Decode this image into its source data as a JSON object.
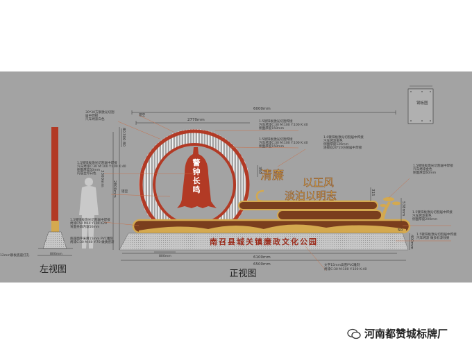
{
  "views": {
    "left_view_title": "左视图",
    "front_view_title": "正视图",
    "plate_title": "钢板图"
  },
  "bell_text": [
    "警",
    "钟",
    "长",
    "鸣"
  ],
  "slogan": {
    "line1_a": "清廉",
    "line1_b": "以正风",
    "line2": "淡泊以明志"
  },
  "base_text": "南召县城关镇廉政文化公园",
  "dimensions": {
    "total_width_top": "6000mm",
    "circle_width": "2770mm",
    "base_width_inner": "6100mm",
    "base_width_outer": "6500mm",
    "height_total": "3300mm",
    "height_circle": "2800mm",
    "ring_dims": [
      "80",
      "300",
      "80"
    ],
    "slogan_h1": "350",
    "slogan_h2": "315",
    "tree_h": "538mm",
    "base_h": "400mm",
    "band_gap": "50",
    "left_base_w": "800mm",
    "front_foot_w": "800mm"
  },
  "notes": {
    "grille": [
      "30*30方钢激光切割",
      "居中焊接",
      "汽车烤漆白色"
    ],
    "hollow_top": "镂空",
    "hollow_mid": "镂空",
    "outer_ring": [
      "1.5镀锌板激光切割焊接",
      "汽车烤漆C:30 M:100 Y:100 K:40",
      "侧面厚度150mm"
    ],
    "inner_ring": [
      "1.5镀锌板激光切割焊接",
      "汽车烤漆C:30 M:100 Y:100 K:40",
      "侧面厚度150mm"
    ],
    "bell": [
      "1.5镀锌板激光切割居中焊接",
      "汽车烤漆C:30 M:100 Y:100 K:40",
      "侧面厚度50mm",
      "内容丝印白色"
    ],
    "slogan": [
      "1.0镀锌板激光切割居中焊接",
      "汽车烤漆金色",
      "侧面厚度120mm",
      "连接处20*20方管居中焊接"
    ],
    "tree": [
      "1.5镀锌板激光切割居中焊接",
      "汽车烤漆金色",
      "侧面厚度60mm"
    ],
    "band_left": [
      "1.5镀锌板激光切割居中焊接",
      "烤漆C50 M60 Y100 K20",
      "背面条四内容50mm"
    ],
    "band_right": [
      "1.5镀锌板激光切割居中焊接",
      "汽车烤漆金色",
      "侧面厚度200mm"
    ],
    "base_right": [
      "1.5镀锌板激光切割居中焊接",
      "汽车烤漆 做多彩漆效果"
    ],
    "base_left": [
      "底座面字采用15mm PVC雕刻",
      "烤漆C:30 M:60 Y:70 做质感漆"
    ],
    "left_foot": "12mm钢板底座打孔",
    "base_text_note": [
      "文字15mm高密PVC雕刻",
      "烤漆C:30 M:100 Y:100 K:40"
    ]
  },
  "colors": {
    "panel": "#a3a3a3",
    "red": "#b23a25",
    "gold": "#d4a94f",
    "brown": "#7a3e1d",
    "stone": "#c4c4c4"
  },
  "watermark": {
    "icon": "wechat-icon",
    "text": "河南都赞城标牌厂"
  }
}
